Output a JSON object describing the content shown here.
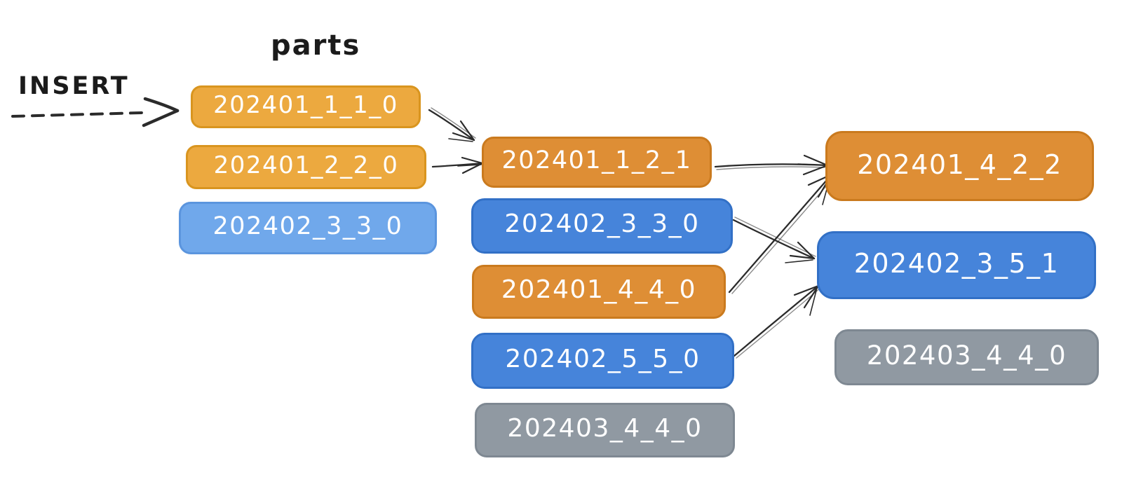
{
  "labels": {
    "parts": "parts",
    "insert": "INSERT"
  },
  "boxes": {
    "c1r1": {
      "label": "202401_1_1_0",
      "variant": "orange-light"
    },
    "c1r2": {
      "label": "202401_2_2_0",
      "variant": "orange-light"
    },
    "c1r3": {
      "label": "202402_3_3_0",
      "variant": "blue-light"
    },
    "c2r1": {
      "label": "202401_1_2_1",
      "variant": "orange"
    },
    "c2r2": {
      "label": "202402_3_3_0",
      "variant": "blue"
    },
    "c2r3": {
      "label": "202401_4_4_0",
      "variant": "orange"
    },
    "c2r4": {
      "label": "202402_5_5_0",
      "variant": "blue"
    },
    "c2r5": {
      "label": "202403_4_4_0",
      "variant": "gray"
    },
    "c3r1": {
      "label": "202401_4_2_2",
      "variant": "orange"
    },
    "c3r2": {
      "label": "202402_3_5_1",
      "variant": "blue"
    },
    "c3r3": {
      "label": "202403_4_4_0",
      "variant": "gray"
    }
  },
  "edges": [
    {
      "from": "insert",
      "to": "c1r1",
      "style": "dashed"
    },
    {
      "from": "c1r1",
      "to": "c2r1",
      "style": "solid"
    },
    {
      "from": "c1r2",
      "to": "c2r1",
      "style": "solid"
    },
    {
      "from": "c2r1",
      "to": "c3r1",
      "style": "solid"
    },
    {
      "from": "c2r3",
      "to": "c3r1",
      "style": "solid"
    },
    {
      "from": "c2r2",
      "to": "c3r2",
      "style": "solid"
    },
    {
      "from": "c2r4",
      "to": "c3r2",
      "style": "solid"
    }
  ],
  "colors": {
    "orange_light": "#ECA93F",
    "orange_light_stroke": "#D9951F",
    "orange": "#DE8E35",
    "orange_stroke": "#CA7A1E",
    "blue_light": "#70A8EB",
    "blue_light_stroke": "#5B95DE",
    "blue": "#4684DA",
    "blue_stroke": "#3270C6",
    "gray": "#9099A2",
    "gray_stroke": "#7E8892",
    "arrow": "#2b2b2b",
    "ink": "#1b1b1b",
    "text": "#FFFFFF",
    "background": "#FFFFFF"
  }
}
